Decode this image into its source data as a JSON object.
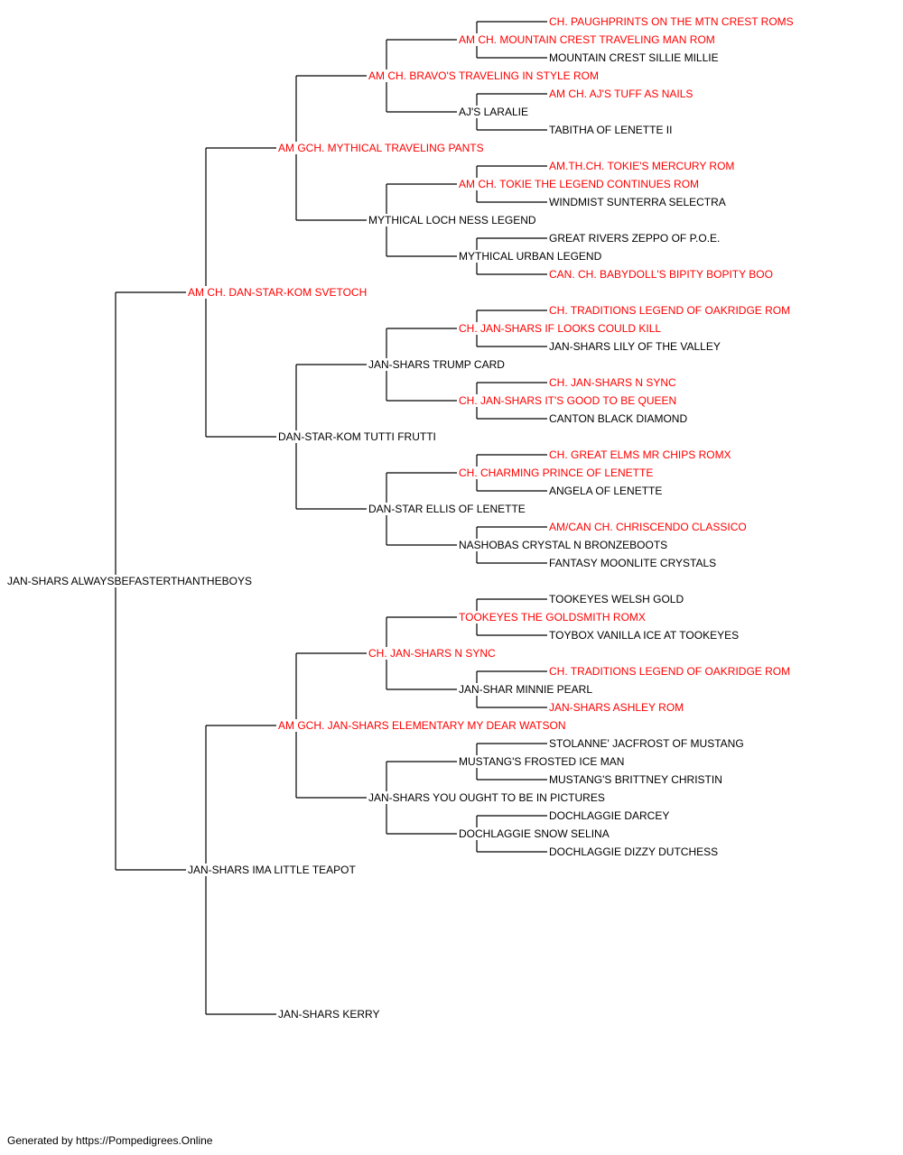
{
  "colors": {
    "champion": "#ff0000",
    "normal": "#000000",
    "line": "#000000"
  },
  "pedigree": {
    "name": "JAN-SHARS ALWAYSBEFASTERTHANTHEBOYS",
    "champion": false,
    "sire": {
      "name": "AM CH. DAN-STAR-KOM SVETOCH",
      "champion": true,
      "sire": {
        "name": "AM GCH. MYTHICAL TRAVELING PANTS",
        "champion": true,
        "sire": {
          "name": "AM CH. BRAVO'S TRAVELING IN STYLE ROM",
          "champion": true,
          "sire": {
            "name": "AM CH. MOUNTAIN CREST TRAVELING MAN ROM",
            "champion": true,
            "sire": {
              "name": "CH. PAUGHPRINTS ON THE MTN CREST ROMS",
              "champion": true
            },
            "dam": {
              "name": "MOUNTAIN CREST SILLIE MILLIE",
              "champion": false
            }
          },
          "dam": {
            "name": "AJ'S LARALIE",
            "champion": false,
            "sire": {
              "name": "AM CH. AJ'S TUFF AS NAILS",
              "champion": true
            },
            "dam": {
              "name": "TABITHA OF LENETTE II",
              "champion": false
            }
          }
        },
        "dam": {
          "name": "MYTHICAL LOCH NESS LEGEND",
          "champion": false,
          "sire": {
            "name": "AM CH. TOKIE THE LEGEND CONTINUES ROM",
            "champion": true,
            "sire": {
              "name": "AM.TH.CH. TOKIE'S MERCURY ROM",
              "champion": true
            },
            "dam": {
              "name": "WINDMIST SUNTERRA SELECTRA",
              "champion": false
            }
          },
          "dam": {
            "name": "MYTHICAL URBAN LEGEND",
            "champion": false,
            "sire": {
              "name": "GREAT RIVERS ZEPPO OF P.O.E.",
              "champion": false
            },
            "dam": {
              "name": "CAN. CH. BABYDOLL'S BIPITY BOPITY BOO",
              "champion": true
            }
          }
        }
      },
      "dam": {
        "name": "DAN-STAR-KOM TUTTI FRUTTI",
        "champion": false,
        "sire": {
          "name": "JAN-SHARS TRUMP CARD",
          "champion": false,
          "sire": {
            "name": "CH. JAN-SHARS IF LOOKS COULD KILL",
            "champion": true,
            "sire": {
              "name": "CH. TRADITIONS LEGEND OF OAKRIDGE ROM",
              "champion": true
            },
            "dam": {
              "name": "JAN-SHARS LILY OF THE VALLEY",
              "champion": false
            }
          },
          "dam": {
            "name": "CH. JAN-SHARS IT'S GOOD TO BE QUEEN",
            "champion": true,
            "sire": {
              "name": "CH. JAN-SHARS N SYNC",
              "champion": true
            },
            "dam": {
              "name": "CANTON BLACK DIAMOND",
              "champion": false
            }
          }
        },
        "dam": {
          "name": "DAN-STAR ELLIS OF LENETTE",
          "champion": false,
          "sire": {
            "name": "CH. CHARMING PRINCE OF LENETTE",
            "champion": true,
            "sire": {
              "name": "CH. GREAT ELMS MR CHIPS ROMX",
              "champion": true
            },
            "dam": {
              "name": "ANGELA OF LENETTE",
              "champion": false
            }
          },
          "dam": {
            "name": "NASHOBAS CRYSTAL N BRONZEBOOTS",
            "champion": false,
            "sire": {
              "name": "AM/CAN CH. CHRISCENDO CLASSICO",
              "champion": true
            },
            "dam": {
              "name": "FANTASY MOONLITE CRYSTALS",
              "champion": false
            }
          }
        }
      }
    },
    "dam": {
      "name": "JAN-SHARS IMA LITTLE TEAPOT",
      "champion": false,
      "sire": {
        "name": "AM GCH. JAN-SHARS ELEMENTARY MY DEAR WATSON",
        "champion": true,
        "sire": {
          "name": "CH. JAN-SHARS N SYNC",
          "champion": true,
          "sire": {
            "name": "TOOKEYES THE GOLDSMITH ROMX",
            "champion": true,
            "sire": {
              "name": "TOOKEYES WELSH GOLD",
              "champion": false
            },
            "dam": {
              "name": "TOYBOX VANILLA ICE AT TOOKEYES",
              "champion": false
            }
          },
          "dam": {
            "name": "JAN-SHAR MINNIE PEARL",
            "champion": false,
            "sire": {
              "name": "CH. TRADITIONS LEGEND OF OAKRIDGE ROM",
              "champion": true
            },
            "dam": {
              "name": "JAN-SHARS ASHLEY ROM",
              "champion": true
            }
          }
        },
        "dam": {
          "name": "JAN-SHARS YOU OUGHT TO BE IN PICTURES",
          "champion": false,
          "sire": {
            "name": "MUSTANG'S FROSTED ICE MAN",
            "champion": false,
            "sire": {
              "name": "STOLANNE' JACFROST OF MUSTANG",
              "champion": false
            },
            "dam": {
              "name": "MUSTANG'S BRITTNEY CHRISTIN",
              "champion": false
            }
          },
          "dam": {
            "name": "DOCHLAGGIE SNOW SELINA",
            "champion": false,
            "sire": {
              "name": "DOCHLAGGIE DARCEY",
              "champion": false
            },
            "dam": {
              "name": "DOCHLAGGIE DIZZY DUTCHESS",
              "champion": false
            }
          }
        }
      },
      "dam": {
        "name": "JAN-SHARS KERRY",
        "champion": false
      }
    }
  },
  "footer": {
    "text": "Generated by https://Pompedigrees.Online"
  }
}
